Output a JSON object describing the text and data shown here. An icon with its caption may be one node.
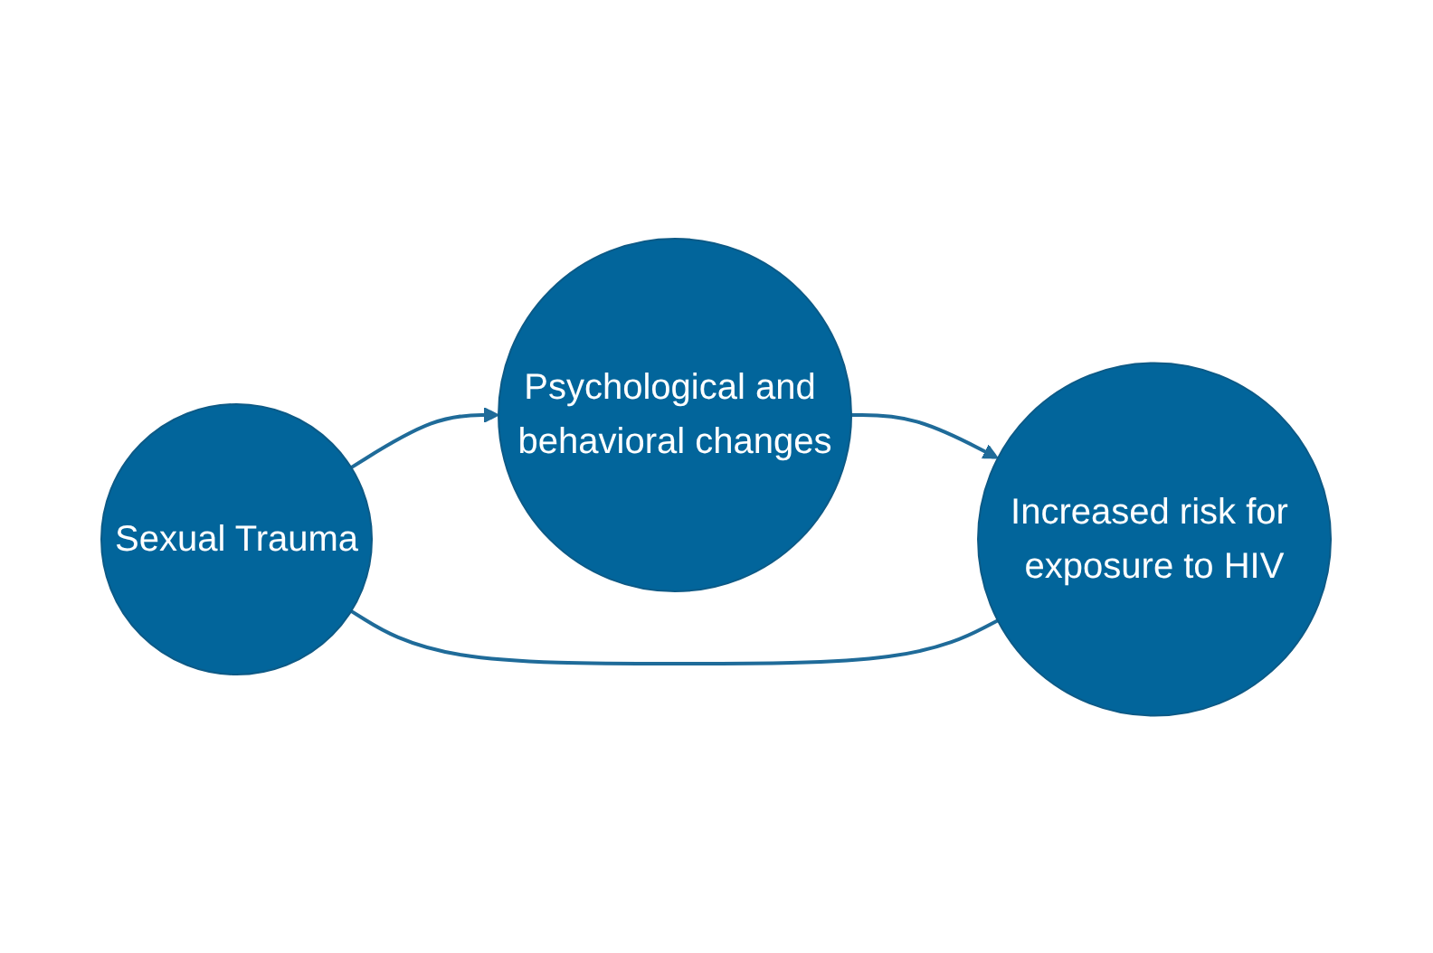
{
  "diagram": {
    "nodes": [
      {
        "text": [
          "Psychological and behavioral changes"
        ]
      },
      {
        "text": [
          "Sexual Trauma"
        ]
      },
      {
        "text": [
          "Increased risk for exposure to HIV"
        ]
      }
    ],
    "edges": [
      {
        "from": 1,
        "to": 0,
        "arrow": "to"
      },
      {
        "from": 0,
        "to": 2,
        "arrow": "to"
      },
      {
        "from": 1,
        "to": 2,
        "arrow": "none"
      }
    ]
  }
}
